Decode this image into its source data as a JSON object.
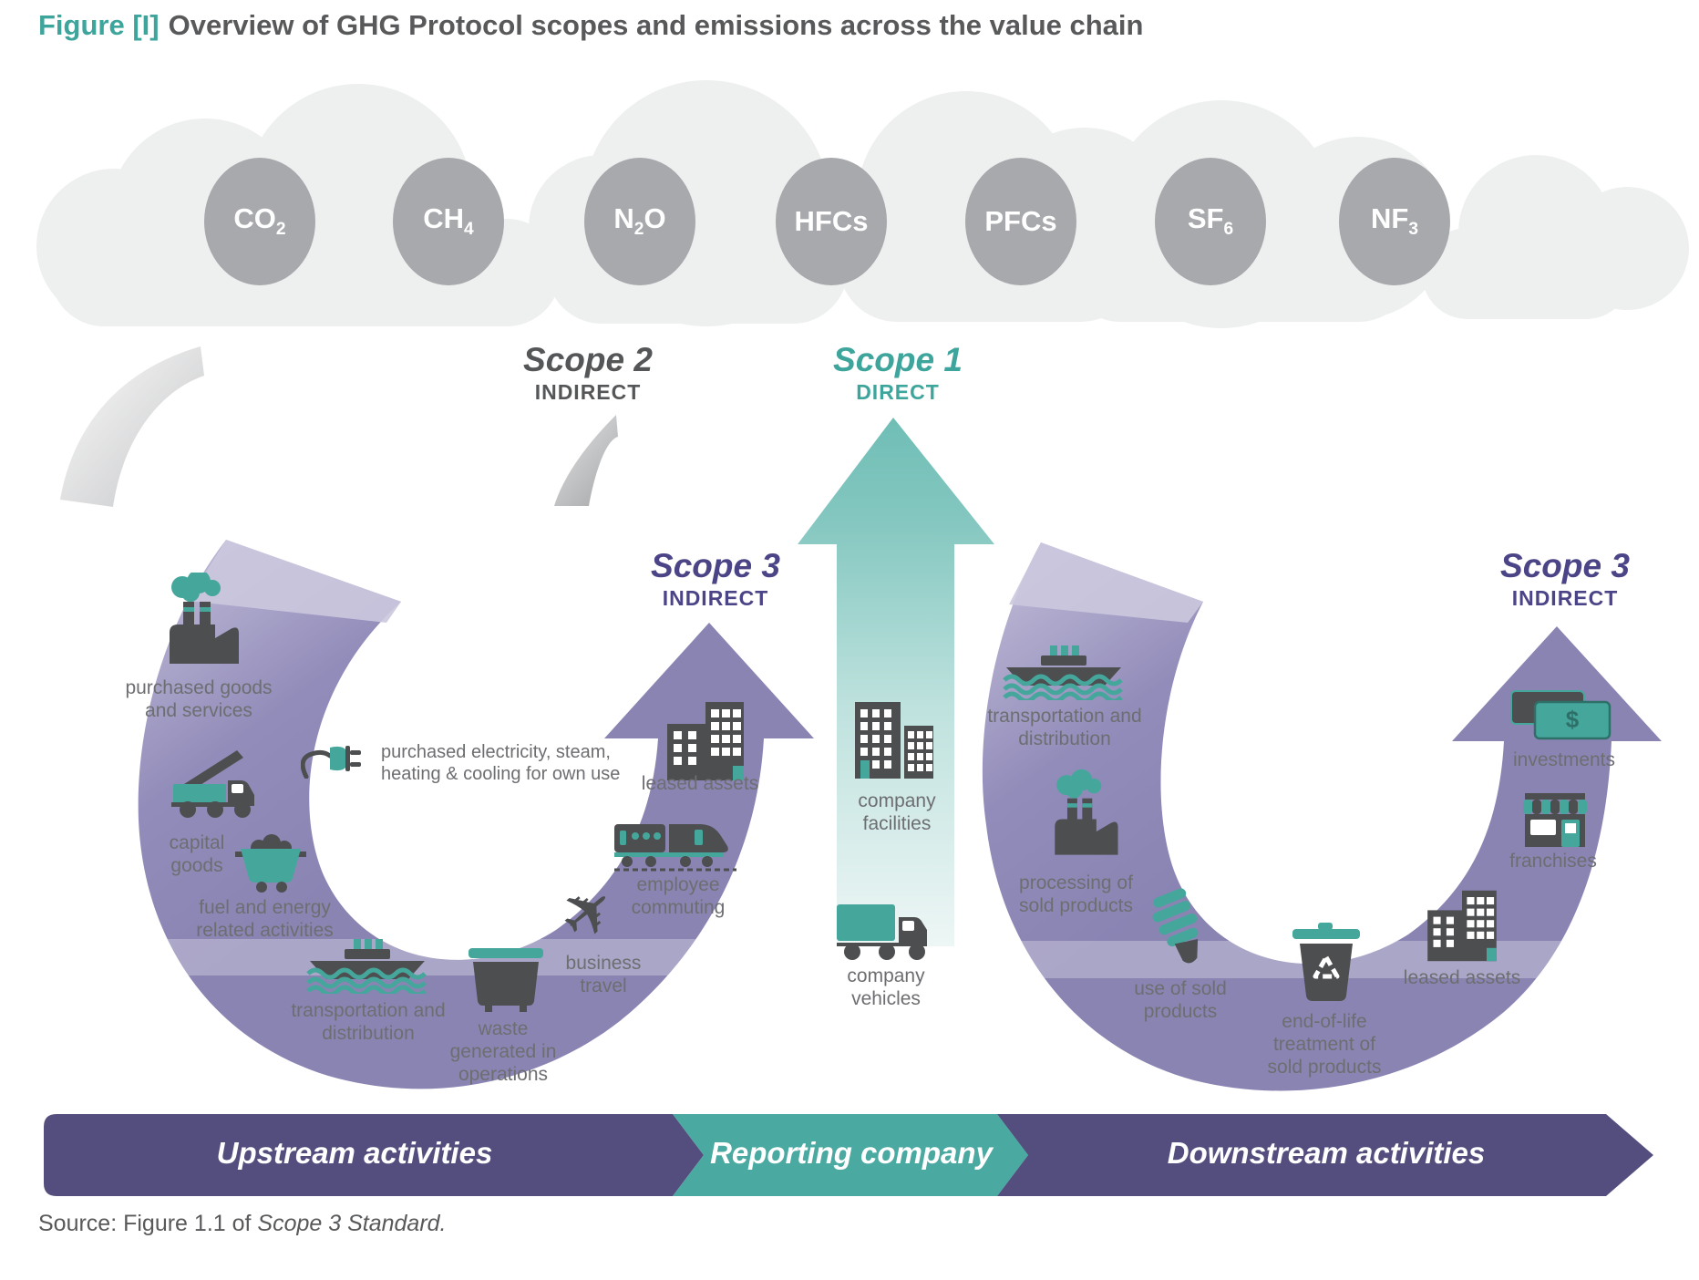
{
  "title": {
    "tag": "Figure [I]",
    "text": "Overview of GHG Protocol scopes and emissions across the value chain"
  },
  "gases": [
    {
      "name": "carbon-dioxide",
      "parts": [
        {
          "t": "CO"
        },
        {
          "t": "2",
          "sub": true
        }
      ]
    },
    {
      "name": "methane",
      "parts": [
        {
          "t": "CH"
        },
        {
          "t": "4",
          "sub": true
        }
      ]
    },
    {
      "name": "nitrous-oxide",
      "parts": [
        {
          "t": "N"
        },
        {
          "t": "2",
          "sub": true
        },
        {
          "t": "O"
        }
      ]
    },
    {
      "name": "hydrofluorocarbons",
      "parts": [
        {
          "t": "HFCs"
        }
      ]
    },
    {
      "name": "perfluorocarbons",
      "parts": [
        {
          "t": "PFCs"
        }
      ]
    },
    {
      "name": "sulfur-hexafluoride",
      "parts": [
        {
          "t": "SF"
        },
        {
          "t": "6",
          "sub": true
        }
      ]
    },
    {
      "name": "nitrogen-trifluoride",
      "parts": [
        {
          "t": "NF"
        },
        {
          "t": "3",
          "sub": true
        }
      ]
    }
  ],
  "scope_labels": {
    "scope2": {
      "title": "Scope 2",
      "sub": "INDIRECT"
    },
    "scope1": {
      "title": "Scope 1",
      "sub": "DIRECT"
    },
    "scope3_left": {
      "title": "Scope 3",
      "sub": "INDIRECT"
    },
    "scope3_right": {
      "title": "Scope 3",
      "sub": "INDIRECT"
    }
  },
  "upstream_labels": {
    "purchased_goods": "purchased goods and services",
    "capital_goods": "capital goods",
    "fuel_energy": "fuel and energy related activities",
    "transportation": "transportation and distribution",
    "waste": "waste generated in operations",
    "business_travel": "business travel",
    "employee_commuting": "employee commuting",
    "leased_assets": "leased assets",
    "electricity_line1": "purchased electricity, steam,",
    "electricity_line2": "heating & cooling for own use"
  },
  "company_labels": {
    "facilities": "company facilities",
    "vehicles": "company vehicles"
  },
  "downstream_labels": {
    "transportation": "transportation and distribution",
    "processing": "processing of sold products",
    "use": "use of sold products",
    "end_of_life": "end-of-life treatment of sold products",
    "leased_assets": "leased assets",
    "franchises": "franchises",
    "investments": "investments"
  },
  "banner": {
    "upstream": "Upstream activities",
    "reporting": "Reporting company",
    "downstream": "Downstream activities"
  },
  "source": {
    "prefix": "Source: Figure 1.1 of ",
    "work": "Scope 3 Standard."
  },
  "money_symbol": "$",
  "icons": {
    "factory": "factory-icon",
    "crane_truck": "crane-truck-icon",
    "mine_cart": "mine-cart-icon",
    "cargo_ship": "ship-icon",
    "dumpster": "dumpster-icon",
    "airplane": "✈",
    "passenger_train": "train-icon",
    "office_building": "building-icon",
    "power_plug": "plug-icon",
    "company_buildings": "buildings-icon",
    "delivery_truck": "truck-icon",
    "cfl_bulb": "cfl-bulb-icon",
    "recycle_bin": "recycle-bin-icon",
    "storefront": "storefront-icon",
    "money_bills": "money-icon"
  },
  "colors": {
    "teal": "#45a79c",
    "teal_text": "#3da59c",
    "teal_banner": "#4aa9a0",
    "purple": "#8a84b3",
    "purple_light": "#c9c6dd",
    "purple_banner": "#534e7d",
    "scope3_text": "#4b4486",
    "dark_gray": "#4d4e50",
    "label_gray": "#6d6e71",
    "title_gray": "#58595b",
    "circle_gray": "#a7a9ac",
    "cloud_gray": "#eef0f0"
  }
}
